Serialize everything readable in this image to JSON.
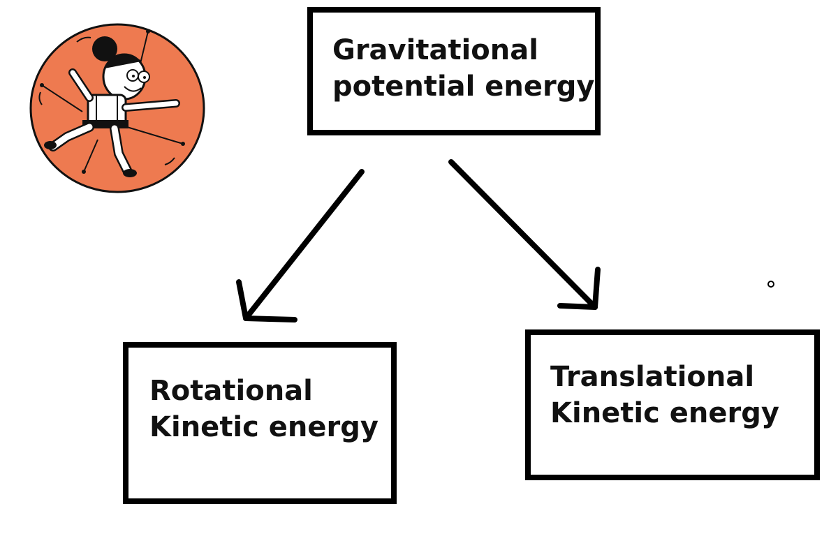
{
  "nodes": {
    "top": {
      "line1": "Gravitational",
      "line2": "potential energy"
    },
    "left": {
      "line1": "Rotational",
      "line2": "Kinetic energy"
    },
    "right": {
      "line1": "Translational",
      "line2": "Kinetic energy"
    }
  },
  "edges": [
    {
      "from": "top",
      "to": "left"
    },
    {
      "from": "top",
      "to": "right"
    }
  ],
  "colors": {
    "stroke": "#000000",
    "mascot_circle": "#ee7a50"
  },
  "icons": {
    "mascot": "cartoon-person-icon"
  }
}
